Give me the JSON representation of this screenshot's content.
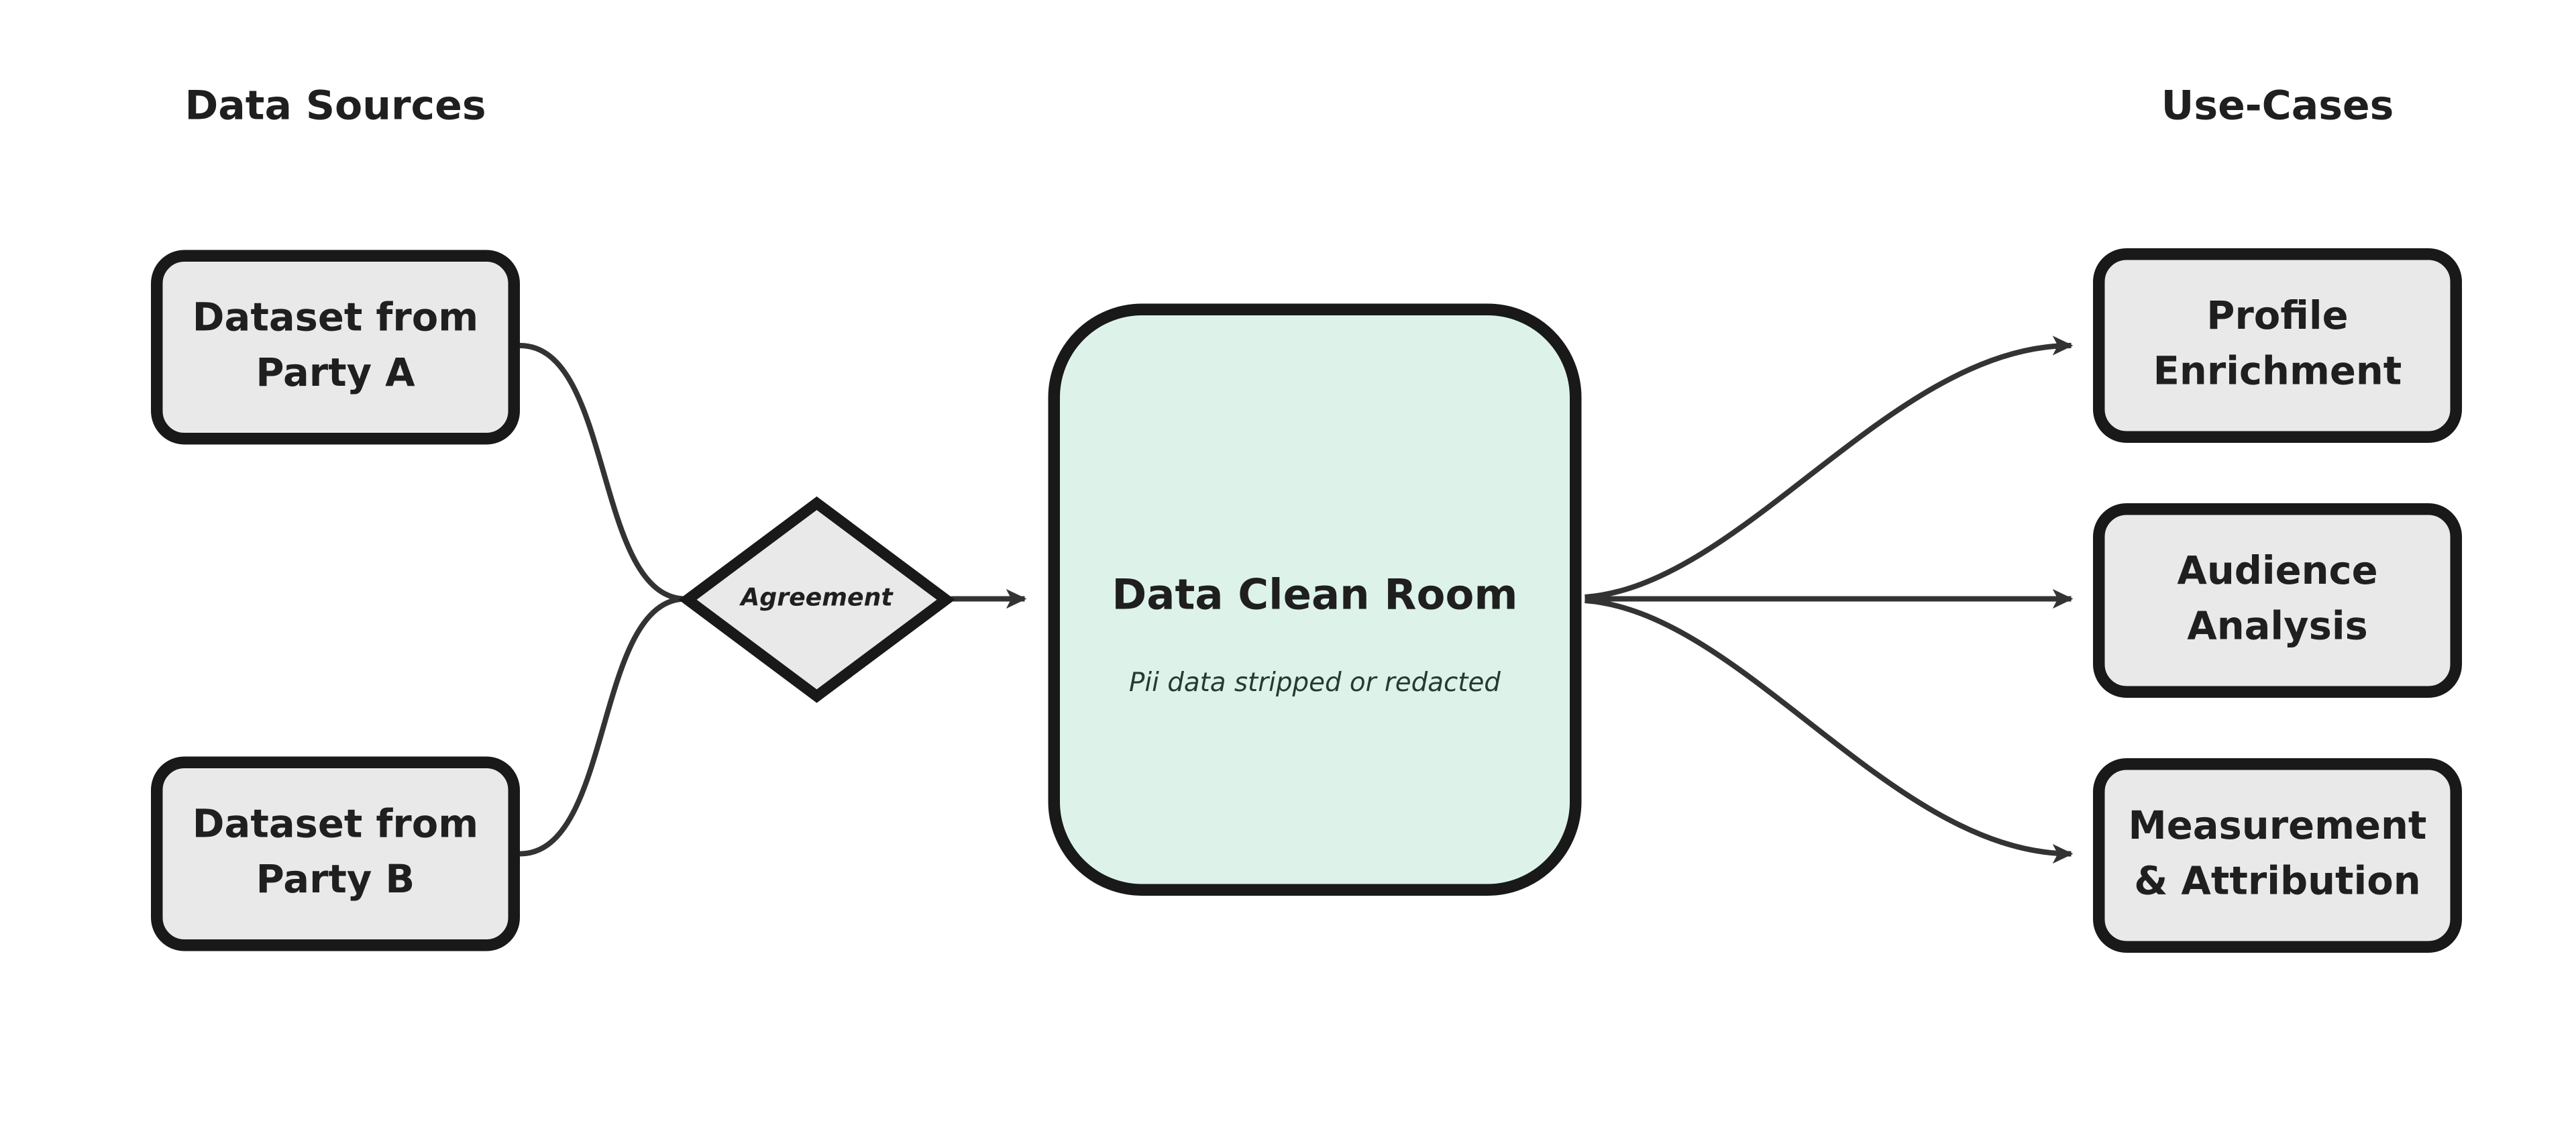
{
  "diagram": {
    "headers": {
      "left": "Data Sources",
      "right": "Use-Cases"
    },
    "nodes": {
      "party_a": {
        "line1": "Dataset from",
        "line2": "Party A"
      },
      "party_b": {
        "line1": "Dataset from",
        "line2": "Party B"
      },
      "agreement": {
        "label": "Agreement"
      },
      "clean_room": {
        "title": "Data Clean Room",
        "subtitle": "Pii data stripped or redacted"
      },
      "profile_enrichment": {
        "line1": "Profile",
        "line2": "Enrichment"
      },
      "audience_analysis": {
        "line1": "Audience",
        "line2": "Analysis"
      },
      "measurement_attribution": {
        "line1": "Measurement",
        "line2": "& Attribution"
      }
    },
    "colors": {
      "background": "#ffffff",
      "node_fill": "#e9e9e9",
      "clean_room_fill": "#ddf3ea",
      "node_border": "#191919",
      "connector": "#333333",
      "text": "#1f1f1f"
    }
  }
}
